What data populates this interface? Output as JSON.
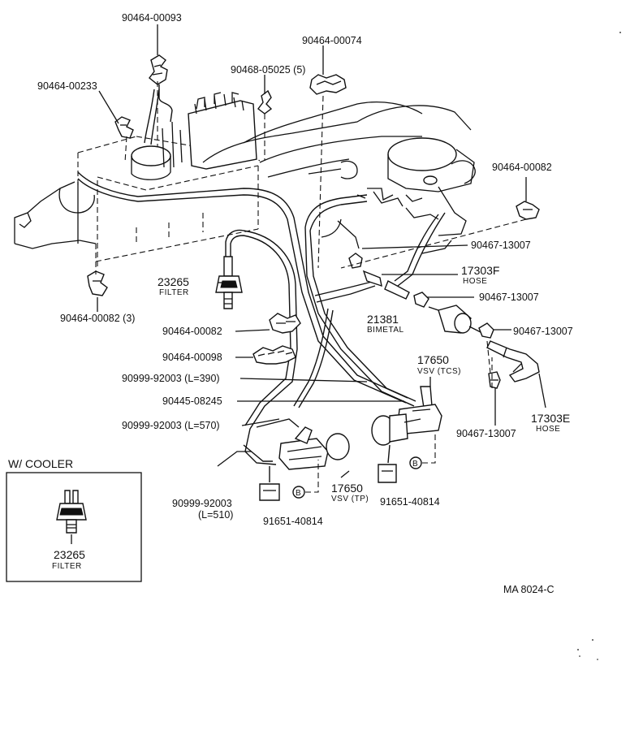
{
  "labels": {
    "p_90464_00093": "90464-00093",
    "p_90464_00074": "90464-00074",
    "p_90464_00233": "90464-00233",
    "p_90468_05025": "90468-05025 (5)",
    "p_90464_00082_top": "90464-00082",
    "p_90467_13007_a": "90467-13007",
    "p_17303f_num": "17303F",
    "p_17303f_name": "HOSE",
    "p_90467_13007_b": "90467-13007",
    "p_21381_num": "21381",
    "p_21381_name": "BIMETAL",
    "p_90467_13007_c": "90467-13007",
    "p_23265_num": "23265",
    "p_23265_name": "FILTER",
    "p_90464_00082_3": "90464-00082 (3)",
    "p_90464_00082_mid": "90464-00082",
    "p_90464_00098": "90464-00098",
    "p_90999_390": "90999-92003 (L=390)",
    "p_90445_08245": "90445-08245",
    "p_90999_570": "90999-92003 (L=570)",
    "p_17650_tcs_num": "17650",
    "p_17650_tcs_name": "VSV (TCS)",
    "p_90467_13007_d": "90467-13007",
    "p_17303e_num": "17303E",
    "p_17303e_name": "HOSE",
    "p_90999_510_a": "90999-92003",
    "p_90999_510_b": "(L=510)",
    "p_17650_tp_num": "17650",
    "p_17650_tp_name": "VSV (TP)",
    "p_91651_left": "91651-40814",
    "p_91651_right": "91651-40814",
    "marker_b": "B",
    "cooler_title": "W/ COOLER",
    "cooler_num": "23265",
    "cooler_name": "FILTER",
    "ref_code": "MA  8024-C"
  }
}
